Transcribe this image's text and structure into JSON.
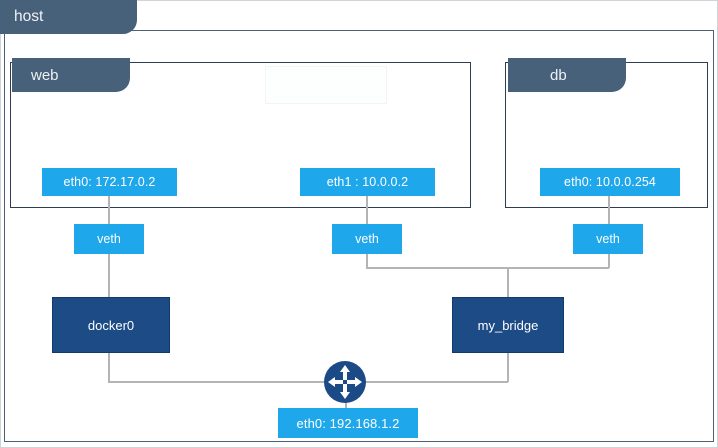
{
  "diagram": {
    "title": "host",
    "host": {
      "label": "host"
    },
    "namespaces": [
      {
        "id": "web",
        "label": "web"
      },
      {
        "id": "db",
        "label": "db"
      }
    ],
    "interfaces": [
      {
        "id": "web-eth0",
        "label": "eth0: 172.17.0.2",
        "parent": "web"
      },
      {
        "id": "web-eth1",
        "label": "eth1 : 10.0.0.2",
        "parent": "web"
      },
      {
        "id": "db-eth0",
        "label": "eth0: 10.0.0.254",
        "parent": "db"
      },
      {
        "id": "host-eth0",
        "label": "eth0: 192.168.1.2",
        "parent": "host"
      }
    ],
    "veth_pairs": [
      {
        "id": "veth-web-0",
        "label": "veth",
        "connects_to": "docker0"
      },
      {
        "id": "veth-web-1",
        "label": "veth",
        "connects_to": "my_bridge"
      },
      {
        "id": "veth-db-0",
        "label": "veth",
        "connects_to": "my_bridge"
      }
    ],
    "bridges": [
      {
        "id": "docker0",
        "label": "docker0"
      },
      {
        "id": "my_bridge",
        "label": "my_bridge"
      }
    ],
    "router": {
      "id": "router",
      "icon": "router-icon",
      "label": ""
    },
    "colors": {
      "tab_slate": "#48617a",
      "container_border": "#2c3e52",
      "interface_blue": "#1fa7ec",
      "bridge_blue": "#1c4b85",
      "line_gray": "#b4b4b4",
      "page_border": "#cfd4d8",
      "background": "#ffffff"
    }
  }
}
